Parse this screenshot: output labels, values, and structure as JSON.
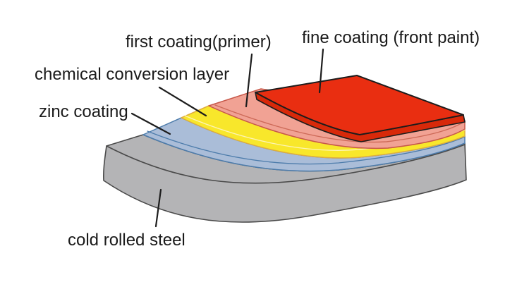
{
  "canvas": {
    "background": "#ffffff",
    "text_color": "#1a1a1a",
    "leader_line_color": "#1d1d1d"
  },
  "labels": {
    "first_coating": "first coating(primer)",
    "fine_coating": "fine coating (front paint)",
    "chemical_conversion": "chemical conversion layer",
    "zinc_coating": "zinc coating",
    "cold_rolled_steel": "cold rolled steel"
  },
  "layers": {
    "fine_coating": {
      "top_fill": "#e92e11",
      "side_fill": "#d8290a",
      "stroke": "#1c1c1c"
    },
    "first_coating": {
      "fill": "#f1a294",
      "stroke": "#c7584a",
      "edge_stroke": "#cd6a58"
    },
    "chemical_conversion": {
      "fill": "#f8e72b",
      "stroke": "#dfae3e",
      "edge_stroke": "#fdf4b5"
    },
    "zinc_coating": {
      "fill": "#aabdd8",
      "stroke": "#4d7cab",
      "edge_stroke": "#4d7cab"
    },
    "cold_rolled_steel": {
      "fill": "#b4b4b6",
      "stroke": "#4a4a4a",
      "edge_stroke": "#4a4a4a"
    }
  }
}
